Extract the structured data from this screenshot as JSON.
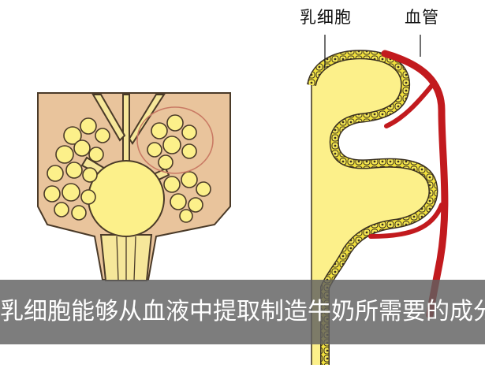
{
  "labels": {
    "mammary_cell": "乳细胞",
    "blood_vessel": "血管"
  },
  "caption": "乳细胞能够从血液中提取制造牛奶所需要的成分",
  "colors": {
    "tissue_tan": "#e9c49c",
    "alveolus_yellow": "#fcf08a",
    "outline": "#3a3020",
    "vessel_red": "#c21a1e",
    "cell_yellow": "#f2e23c",
    "caption_bg": "#606060"
  }
}
